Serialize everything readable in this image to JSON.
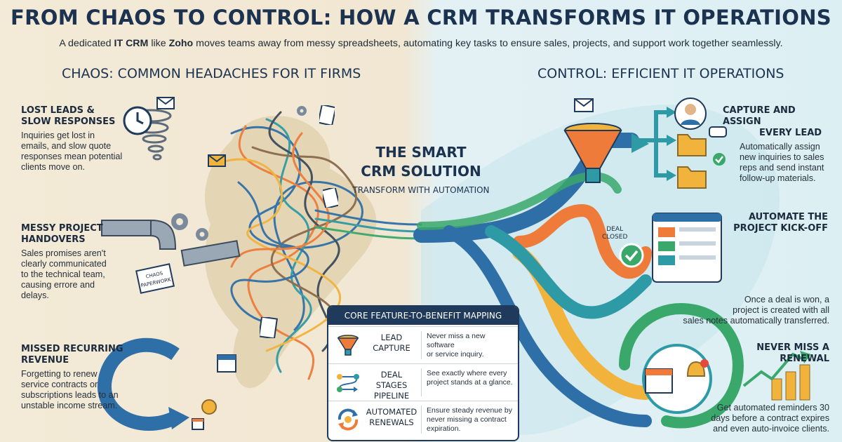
{
  "header": {
    "title": "FROM CHAOS TO CONTROL: HOW A CRM TRANSFORMS IT OPERATIONS",
    "subtitle_a": "A dedicated ",
    "subtitle_b": "IT CRM",
    "subtitle_c": " like ",
    "subtitle_d": "Zoho",
    "subtitle_e": " moves teams away from messy spreadsheets, automating key tasks to ensure sales, projects, and support work together seamlessly."
  },
  "chaos": {
    "heading": "CHAOS: COMMON HEADACHES FOR IT FIRMS",
    "items": [
      {
        "title_1": "LOST LEADS &",
        "title_2": "SLOW RESPONSES",
        "text_1": "Inquiries get lost in",
        "text_2": "emails, and slow quote",
        "text_3": "responses mean potential",
        "text_4": "clients move on."
      },
      {
        "title_1": "MESSY PROJECT",
        "title_2": "HANDOVERS",
        "text_1": "Sales promises aren't",
        "text_2": "clearly communicated",
        "text_3": "to the technical team,",
        "text_4": "causing errore and",
        "text_5": "delays."
      },
      {
        "title_1": "MISSED RECURRING",
        "title_2": "REVENUE",
        "text_1": "Forgetting to renew",
        "text_2": "service contracts or",
        "text_3": "subscriptions leads to an",
        "text_4": "unstable income stream."
      }
    ],
    "box_label_1": "CHAOS",
    "box_label_2": "PAPERWORK"
  },
  "center": {
    "line_1": "THE SMART",
    "line_2": "CRM SOLUTION",
    "tagline": "TRANSFORM WITH AUTOMATION"
  },
  "mapping": {
    "header": "CORE FEATURE-TO-BENEFIT MAPPING",
    "rows": [
      {
        "label_1": "LEAD",
        "label_2": "CAPTURE",
        "desc_1": "Never miss a new software",
        "desc_2": "or service inquiry.",
        "icon": "funnel-icon"
      },
      {
        "label_1": "DEAL STAGES",
        "label_2": "PIPELINE",
        "desc_1": "See exactly where every",
        "desc_2": "project stands at a glance.",
        "icon": "pipeline-icon"
      },
      {
        "label_1": "AUTOMATED",
        "label_2": "RENEWALS",
        "desc_1": "Ensure steady revenue by",
        "desc_2": "never missing a contract",
        "desc_3": "expiration.",
        "icon": "renewal-icon"
      }
    ]
  },
  "control": {
    "heading": "CONTROL: EFFICIENT IT OPERATIONS",
    "items": [
      {
        "title_1": "CAPTURE AND ASSIGN",
        "title_2": "EVERY LEAD",
        "text_1": "Automatically assign",
        "text_2": "new inquiries to sales",
        "text_3": "reps and send instant",
        "text_4": "follow-up materials."
      },
      {
        "title_1": "AUTOMATE THE",
        "title_2": "PROJECT KICK-OFF",
        "text_1": "Once a deal is won, a",
        "text_2": "project is created with all",
        "text_3": "sales notes automatically transferred."
      },
      {
        "title_1": "NEVER MISS A RENEWAL",
        "text_1": "Get automated reminders 30",
        "text_2": "days before a contract expires",
        "text_3": "and even auto-invoice clients."
      }
    ],
    "deal_1": "DEAL",
    "deal_2": "CLOSED"
  },
  "colors": {
    "navy": "#1f3a5a",
    "teal": "#2e9aa6",
    "orange": "#ee7b3a",
    "yellow": "#f2b33c",
    "blue": "#2f6fa8",
    "green": "#3aa86b"
  },
  "icons": [
    "clock-icon",
    "tornado-icon",
    "envelope-icon",
    "document-icon",
    "gear-icon",
    "pipe-icon",
    "calendar-icon",
    "coin-icon",
    "funnel-icon",
    "folder-icon",
    "chat-icon",
    "checkmark-icon",
    "bell-icon",
    "growth-chart-icon",
    "person-icon"
  ]
}
